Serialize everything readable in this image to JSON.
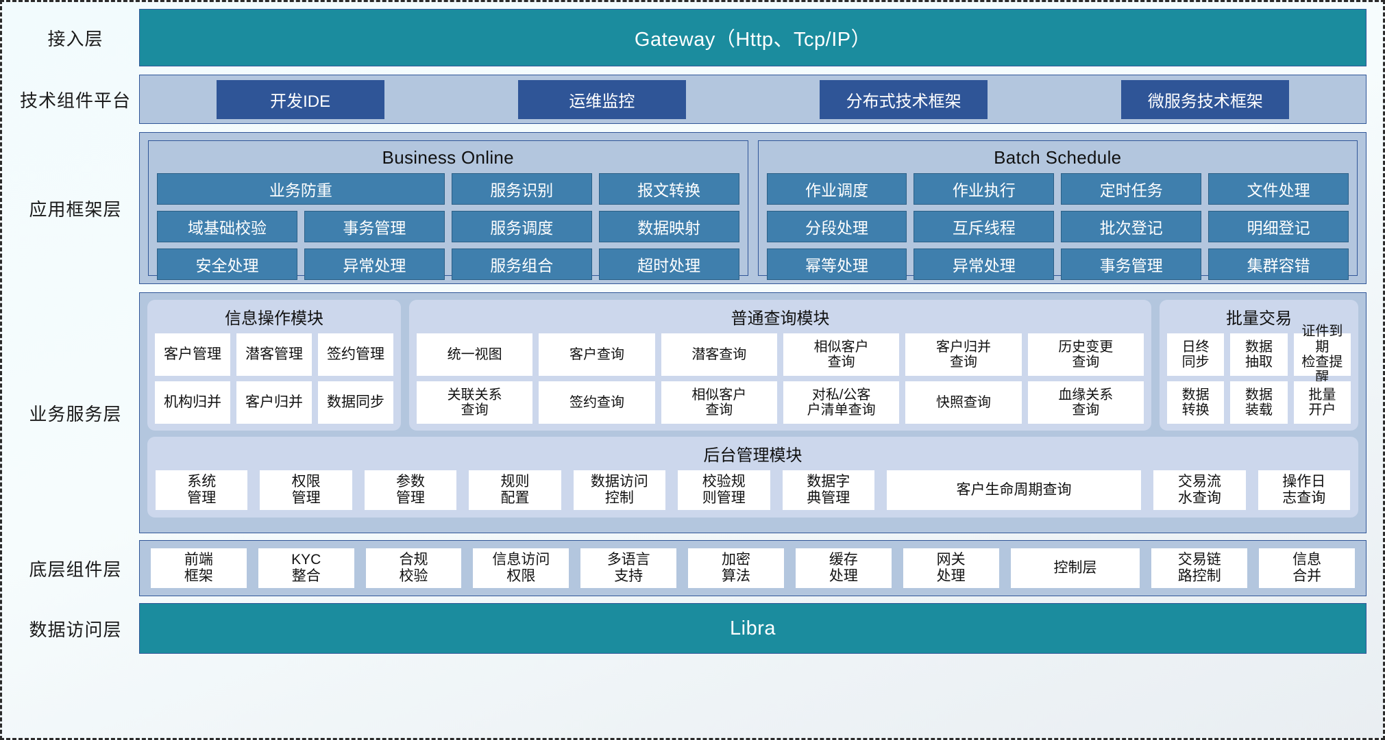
{
  "layers": {
    "access": "接入层",
    "tech_platform": "技术组件平台",
    "app_framework": "应用框架层",
    "business_service": "业务服务层",
    "base_component": "底层组件层",
    "data_access": "数据访问层"
  },
  "gateway": {
    "label": "Gateway（Http、Tcp/IP）"
  },
  "data_access_bar": {
    "label": "Libra"
  },
  "tech_platform": {
    "buttons": [
      "开发IDE",
      "运维监控",
      "分布式技术框架",
      "微服务技术框架"
    ]
  },
  "app_framework": {
    "panels": [
      {
        "title": "Business Online",
        "tiles": [
          {
            "label": "业务防重",
            "span": 2
          },
          {
            "label": "服务识别",
            "span": 1
          },
          {
            "label": "报文转换",
            "span": 1
          },
          {
            "label": "域基础校验",
            "span": 1
          },
          {
            "label": "事务管理",
            "span": 1
          },
          {
            "label": "服务调度",
            "span": 1
          },
          {
            "label": "数据映射",
            "span": 1
          },
          {
            "label": "安全处理",
            "span": 1
          },
          {
            "label": "异常处理",
            "span": 1
          },
          {
            "label": "服务组合",
            "span": 1
          },
          {
            "label": "超时处理",
            "span": 1
          }
        ]
      },
      {
        "title": "Batch Schedule",
        "tiles": [
          {
            "label": "作业调度",
            "span": 1
          },
          {
            "label": "作业执行",
            "span": 1
          },
          {
            "label": "定时任务",
            "span": 1
          },
          {
            "label": "文件处理",
            "span": 1
          },
          {
            "label": "分段处理",
            "span": 1
          },
          {
            "label": "互斥线程",
            "span": 1
          },
          {
            "label": "批次登记",
            "span": 1
          },
          {
            "label": "明细登记",
            "span": 1
          },
          {
            "label": "幂等处理",
            "span": 1
          },
          {
            "label": "异常处理",
            "span": 1
          },
          {
            "label": "事务管理",
            "span": 1
          },
          {
            "label": "集群容错",
            "span": 1
          }
        ]
      }
    ]
  },
  "business_service": {
    "modules": [
      {
        "title": "信息操作模块",
        "tiles": [
          "客户管理",
          "潜客管理",
          "签约管理",
          "机构归并",
          "客户归并",
          "数据同步"
        ]
      },
      {
        "title": "普通查询模块",
        "tiles": [
          "统一视图",
          "客户查询",
          "潜客查询",
          "相似客户\n查询",
          "客户归并\n查询",
          "历史变更\n查询",
          "关联关系\n查询",
          "签约查询",
          "相似客户\n查询",
          "对私/公客\n户清单查询",
          "快照查询",
          "血缘关系\n查询"
        ]
      },
      {
        "title": "批量交易",
        "tiles": [
          "日终\n同步",
          "数据\n抽取",
          "证件到期\n检查提醒",
          "数据\n转换",
          "数据\n装载",
          "批量\n开户"
        ]
      }
    ],
    "admin_module": {
      "title": "后台管理模块",
      "tiles": [
        "系统\n管理",
        "权限\n管理",
        "参数\n管理",
        "规则\n配置",
        "数据访问\n控制",
        "校验规\n则管理",
        "数据字\n典管理",
        "客户生命周期查询",
        "交易流\n水查询",
        "操作日\n志查询"
      ]
    }
  },
  "base_component": {
    "tiles": [
      "前端\n框架",
      "KYC\n整合",
      "合规\n校验",
      "信息访问\n权限",
      "多语言\n支持",
      "加密\n算法",
      "缓存\n处理",
      "网关\n处理",
      "控制层",
      "交易链\n路控制",
      "信息\n合并"
    ]
  },
  "colors": {
    "teal": "#1b8c9e",
    "dark_blue": "#2f5597",
    "light_blue_panel": "#b3c6de",
    "module_panel": "#ccd7ec",
    "steel_tile": "#3f7fad",
    "tile_white": "#ffffff"
  }
}
